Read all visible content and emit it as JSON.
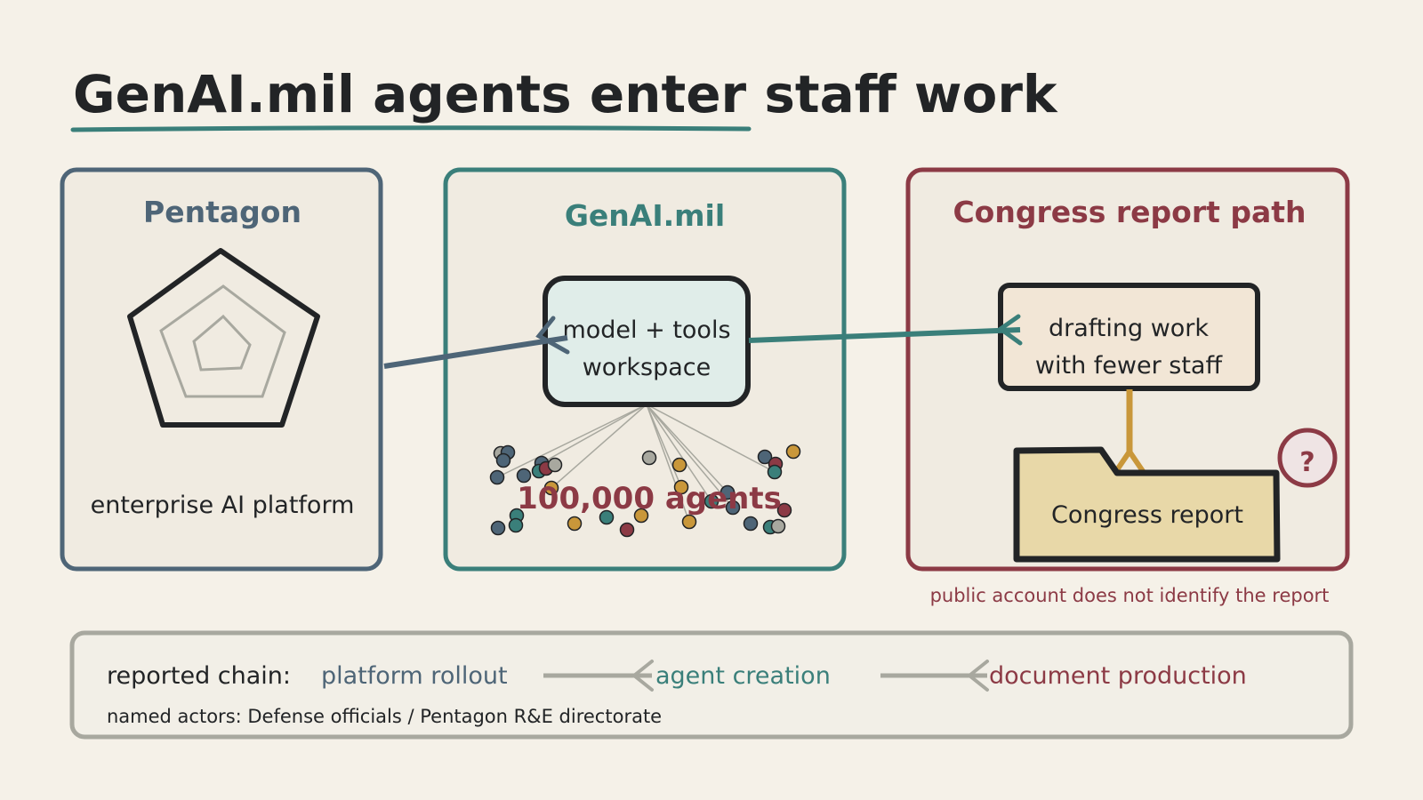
{
  "title": "GenAI.mil agents enter staff work",
  "colors": {
    "background": "#f5f1e8",
    "panel_fill": "#f0ebe1",
    "ink": "#222426",
    "slate": "#4e6577",
    "teal": "#3a7f7a",
    "maroon": "#8c3a45",
    "gold": "#c9973a",
    "grey": "#a8a89f",
    "workspace_fill": "#e0ede9",
    "drafting_fill": "#f2e6d6",
    "folder_fill": "#e8d8a8"
  },
  "panels": {
    "pentagon": {
      "title": "Pentagon",
      "caption": "enterprise AI platform",
      "icon": "pentagon-icon"
    },
    "genai": {
      "title": "GenAI.mil",
      "workspace_line1": "model + tools",
      "workspace_line2": "workspace",
      "count_label": "100,000 agents"
    },
    "congress": {
      "title": "Congress report path",
      "drafting_line1": "drafting work",
      "drafting_line2": "with fewer staff",
      "folder_label": "Congress report",
      "question_mark": "?",
      "note": "public account does not identify the report"
    }
  },
  "chain": {
    "label": "reported chain:",
    "steps": [
      "platform rollout",
      "agent creation",
      "document production"
    ],
    "actors": "named actors: Defense officials / Pentagon R&E directorate"
  }
}
